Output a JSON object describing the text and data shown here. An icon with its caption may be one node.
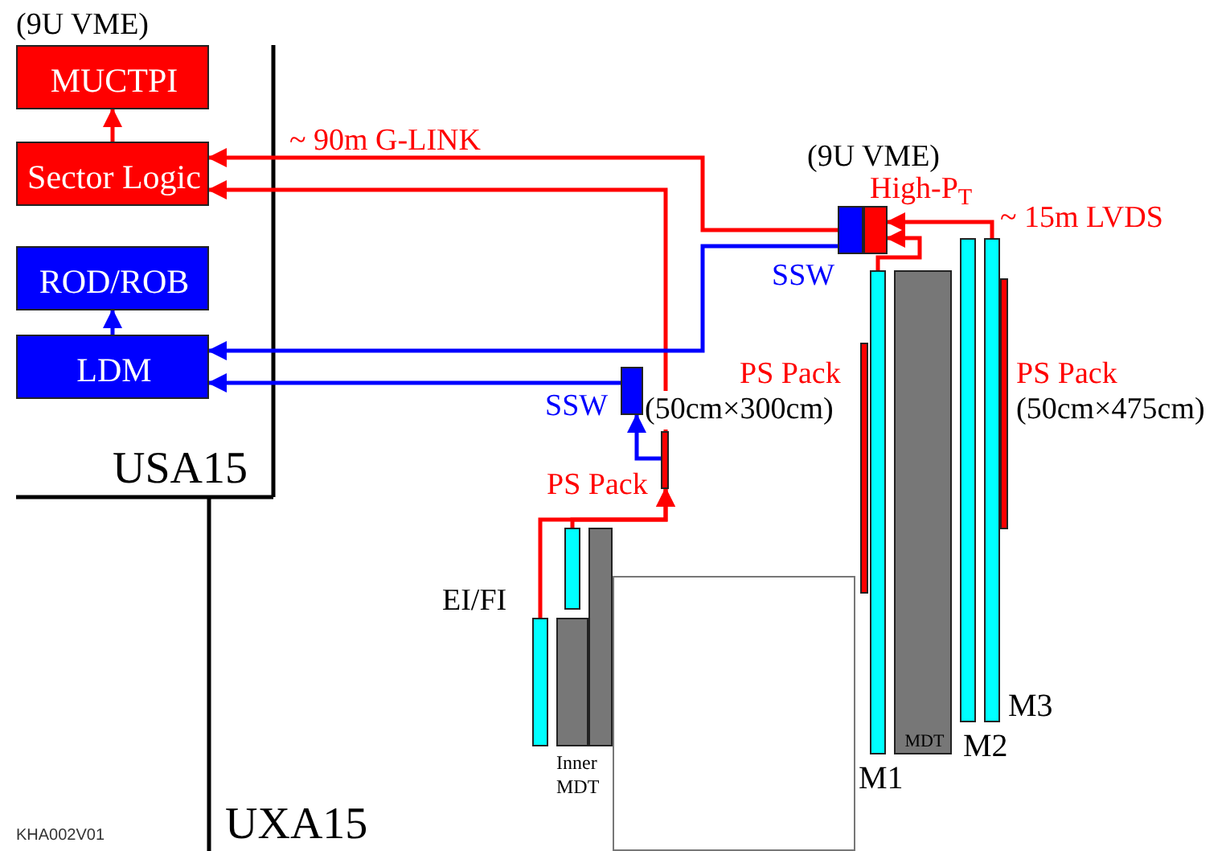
{
  "diagram": {
    "nodes": [
      {
        "text": [
          "MUCTPI"
        ],
        "beside": [
          "(9U VME)"
        ]
      },
      {
        "text": [
          "Sector Logic"
        ]
      },
      {
        "text": [
          "ROD/ROB"
        ]
      },
      {
        "text": [
          "LDM"
        ]
      },
      {
        "text": [
          "High-P$_{T}$"
        ],
        "beside": [
          "(9U VME)"
        ]
      },
      {
        "text": [
          "SSW"
        ]
      },
      {
        "text": [
          "SSW"
        ]
      },
      {
        "text": [
          "PS Pack"
        ]
      },
      {
        "text": [
          "PS Pack",
          "(50cm×300cm)"
        ]
      },
      {
        "text": [
          "PS Pack",
          "(50cm×475cm)"
        ]
      },
      {
        "text": [
          "M1"
        ]
      },
      {
        "text": [
          "MDT"
        ]
      },
      {
        "text": [
          "M2"
        ]
      },
      {
        "text": [
          "M3"
        ]
      },
      {
        "text": [],
        "shape": "bar"
      },
      {
        "text": [
          "EI/FI"
        ]
      },
      {
        "text": [],
        "shape": "bar"
      },
      {
        "text": [
          "Inner MDT"
        ]
      },
      {
        "text": [],
        "shape": "box"
      }
    ],
    "edges": [
      {
        "from": 1,
        "to": 0,
        "arrow": "to"
      },
      {
        "from": 3,
        "to": 2,
        "arrow": "to",
        "color": "#0000ff"
      },
      {
        "from": 5,
        "to": 1,
        "arrow": "to",
        "label": "~ 90m G-LINK"
      },
      {
        "from": 7,
        "to": 1,
        "arrow": "to"
      },
      {
        "from": 5,
        "to": 3,
        "arrow": "to",
        "color": "#0000ff"
      },
      {
        "from": 6,
        "to": 3,
        "arrow": "to",
        "color": "#0000ff"
      },
      {
        "from": 7,
        "to": 6,
        "arrow": "to",
        "color": "#0000ff"
      },
      {
        "from": 15,
        "to": 7,
        "arrow": "to"
      },
      {
        "from": 14,
        "to": 7,
        "arrow": "to"
      },
      {
        "from": 10,
        "to": 4,
        "arrow": "to"
      },
      {
        "from": 13,
        "to": 4,
        "arrow": "to",
        "label": "~ 15m LVDS"
      }
    ],
    "labels": [
      "USA15",
      "UXA15",
      "KHA002V01"
    ]
  }
}
